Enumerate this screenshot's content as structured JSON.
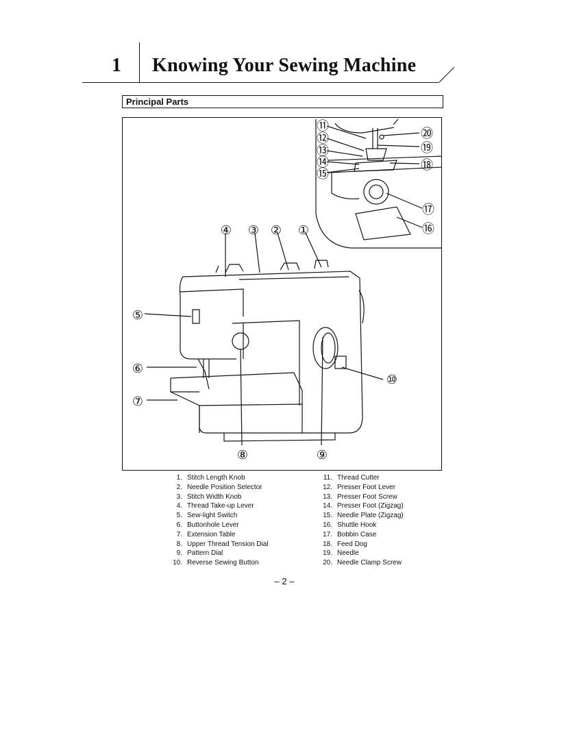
{
  "chapter": {
    "number": "1",
    "title": "Knowing Your Sewing Machine"
  },
  "section": {
    "title": "Principal Parts"
  },
  "figure": {
    "callouts": [
      "①",
      "②",
      "③",
      "④",
      "⑤",
      "⑥",
      "⑦",
      "⑧",
      "⑨",
      "⑩",
      "⑪",
      "⑫",
      "⑬",
      "⑭",
      "⑮",
      "⑯",
      "⑰",
      "⑱",
      "⑲",
      "⑳"
    ]
  },
  "parts": {
    "left": [
      {
        "num": "1.",
        "name": "Stitch Length Knob"
      },
      {
        "num": "2.",
        "name": "Needle Position Selector"
      },
      {
        "num": "3.",
        "name": "Stitch Width Knob"
      },
      {
        "num": "4.",
        "name": "Thread Take-up Lever"
      },
      {
        "num": "5.",
        "name": "Sew-light Switch"
      },
      {
        "num": "6.",
        "name": "Buttonhole Lever"
      },
      {
        "num": "7.",
        "name": "Extension Table"
      },
      {
        "num": "8.",
        "name": "Upper Thread Tension Dial"
      },
      {
        "num": "9.",
        "name": "Pattern Dial"
      },
      {
        "num": "10.",
        "name": "Reverse Sewing Button"
      }
    ],
    "right": [
      {
        "num": "11.",
        "name": "Thread Cutter"
      },
      {
        "num": "12.",
        "name": "Presser Foot Lever"
      },
      {
        "num": "13.",
        "name": "Presser Foot Screw"
      },
      {
        "num": "14.",
        "name": "Presser Foot (Zigzag)"
      },
      {
        "num": "15.",
        "name": "Needle Plate (Zigzag)"
      },
      {
        "num": "16.",
        "name": "Shuttle Hook"
      },
      {
        "num": "17.",
        "name": "Bobbin Case"
      },
      {
        "num": "18.",
        "name": "Feed Dog"
      },
      {
        "num": "19.",
        "name": "Needle"
      },
      {
        "num": "20.",
        "name": "Needle Clamp Screw"
      }
    ]
  },
  "page_number": "– 2 –"
}
